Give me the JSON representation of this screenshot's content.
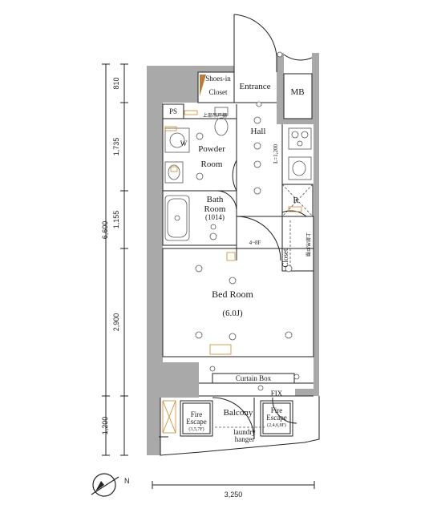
{
  "rooms": {
    "shoes_in_line1": "Shoes-in",
    "shoes_in_line2": "Closet",
    "entrance": "Entrance",
    "mb": "MB",
    "ps": "PS",
    "hall": "Hall",
    "w": "W",
    "powder_line1": "Powder",
    "powder_line2": "Room",
    "bath_line1": "Bath",
    "bath_line2": "Room",
    "bath_size": "(1014)",
    "r": "R",
    "closet": "Closet",
    "bed_line1": "Bed Room",
    "bed_size": "(6.0J)",
    "curtain_box": "Curtain Box",
    "fix": "FIX",
    "balcony": "Balcony",
    "fire_escape_left_line1": "Fire",
    "fire_escape_left_line2": "Escape",
    "fire_escape_left_floors": "(3,5,7F)",
    "fire_escape_right_line1": "Fire",
    "fire_escape_right_line2": "Escape",
    "fire_escape_right_floors": "(2,4,6,8F)",
    "laundry_line1": "laundry",
    "laundry_line2": "hanger",
    "ceiling_height": "L=1,200",
    "step_note": "4~8F",
    "storage_upper": "上部吊戸棚",
    "storage_right": "上部吊戸棚"
  },
  "dimensions": {
    "left": [
      "810",
      "1,735",
      "1,155",
      "2,900",
      "1,200"
    ],
    "total_height": "6,600",
    "total_width": "3,250"
  },
  "compass": {
    "north_label": "N"
  }
}
